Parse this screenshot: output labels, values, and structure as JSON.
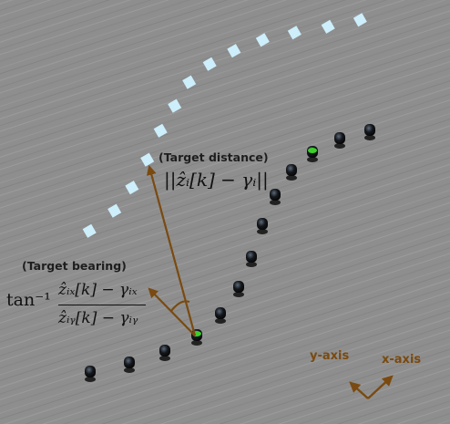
{
  "labels": {
    "target_distance": "(Target distance)",
    "target_bearing": "(Target bearing)",
    "distance_formula": "||ẑᵢ[k] − γᵢ||",
    "bearing_prefix": "tan⁻¹",
    "bearing_numerator": "ẑᵢₓ[k] − γᵢₓ",
    "bearing_denominator": "ẑᵢᵧ[k] − γᵢᵧ",
    "y_axis": "y-axis",
    "x_axis": "x-axis"
  },
  "colors": {
    "floor": "#8f8f8f",
    "target_path": "#cdeefb",
    "arrow": "#7a4a10",
    "robot_body": "#0c0c0f",
    "robot_highlight": "#3ccf2a"
  }
}
